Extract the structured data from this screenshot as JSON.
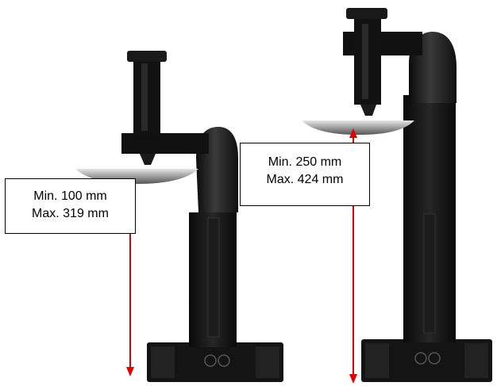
{
  "figure": {
    "left_unit": {
      "min_label": "Min. 100 mm",
      "max_label": "Max. 319 mm"
    },
    "right_unit": {
      "min_label": "Min. 250 mm",
      "max_label": "Max. 424 mm"
    }
  },
  "colors": {
    "arrow": "#e00000",
    "body": "#141414",
    "body_highlight": "#3a3a3a",
    "platform": "#cfcfcf"
  }
}
